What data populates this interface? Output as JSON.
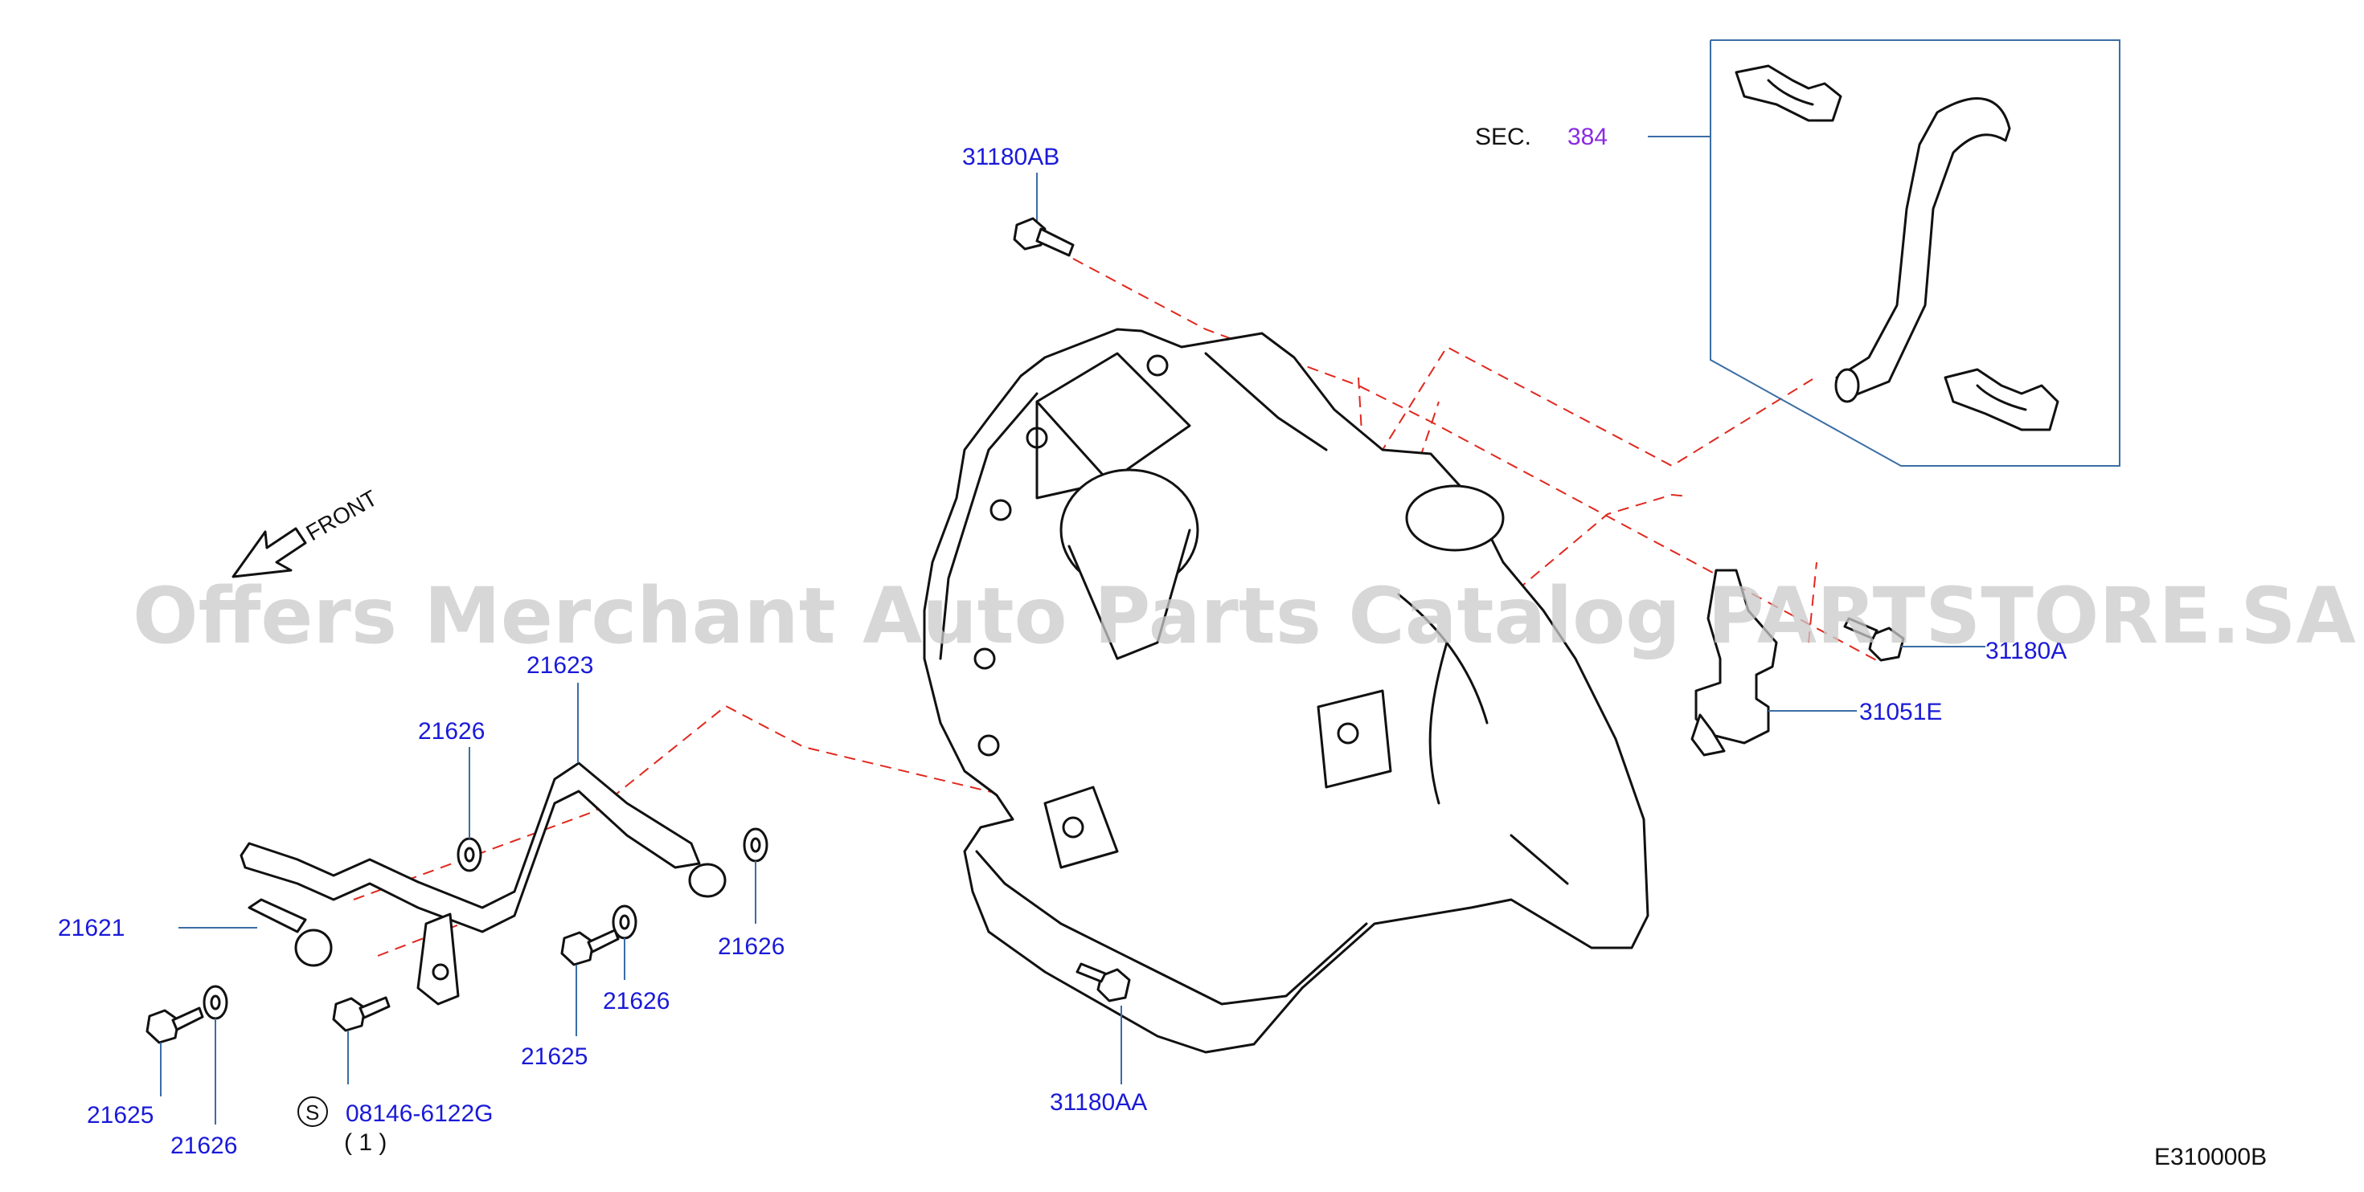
{
  "diagram_id": "E310000B",
  "watermark": "Offers Merchant Auto Parts Catalog PARTSTORE.SA",
  "orientation": {
    "label": "FRONT"
  },
  "section_reference": {
    "prefix": "SEC.",
    "number": "384"
  },
  "part_labels": {
    "p31180AB": "31180AB",
    "p31180A": "31180A",
    "p31051E": "31051E",
    "p31180AA": "31180AA",
    "p21623": "21623",
    "p21626_a": "21626",
    "p21626_b": "21626",
    "p21626_c": "21626",
    "p21626_d": "21626",
    "p21621": "21621",
    "p21625_a": "21625",
    "p21625_b": "21625"
  },
  "standard_part": {
    "symbol": "S",
    "number": "08146-6122G",
    "quantity": "( 1 )"
  },
  "colors": {
    "label_blue": "#1a1ad8",
    "section_purple": "#8a2be2",
    "leader_blue": "#3a6ea5",
    "dash_red": "#e0281e",
    "line_black": "#111111"
  }
}
